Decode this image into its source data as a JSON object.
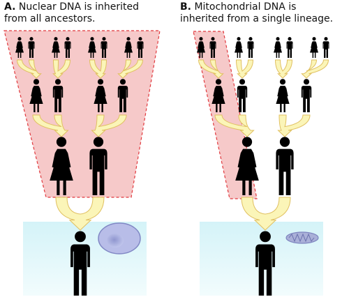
{
  "panels": {
    "a": {
      "letter": "A.",
      "title_line1": "Nuclear DNA is inherited",
      "title_line2": "from all ancestors."
    },
    "b": {
      "letter": "B.",
      "title_line1": "Mitochondrial DNA is",
      "title_line2": "inherited from a single lineage."
    }
  },
  "colors": {
    "highlight_fill": "#f6c9c9",
    "highlight_stroke": "#e0393e",
    "arrow_fill": "#fbf5b8",
    "arrow_stroke": "#e0c060",
    "cell_area": "#e3f8fb",
    "nucleus_cell": "#b8bde8",
    "mitochondrion": "#aab0d8",
    "figure": "#000000"
  }
}
